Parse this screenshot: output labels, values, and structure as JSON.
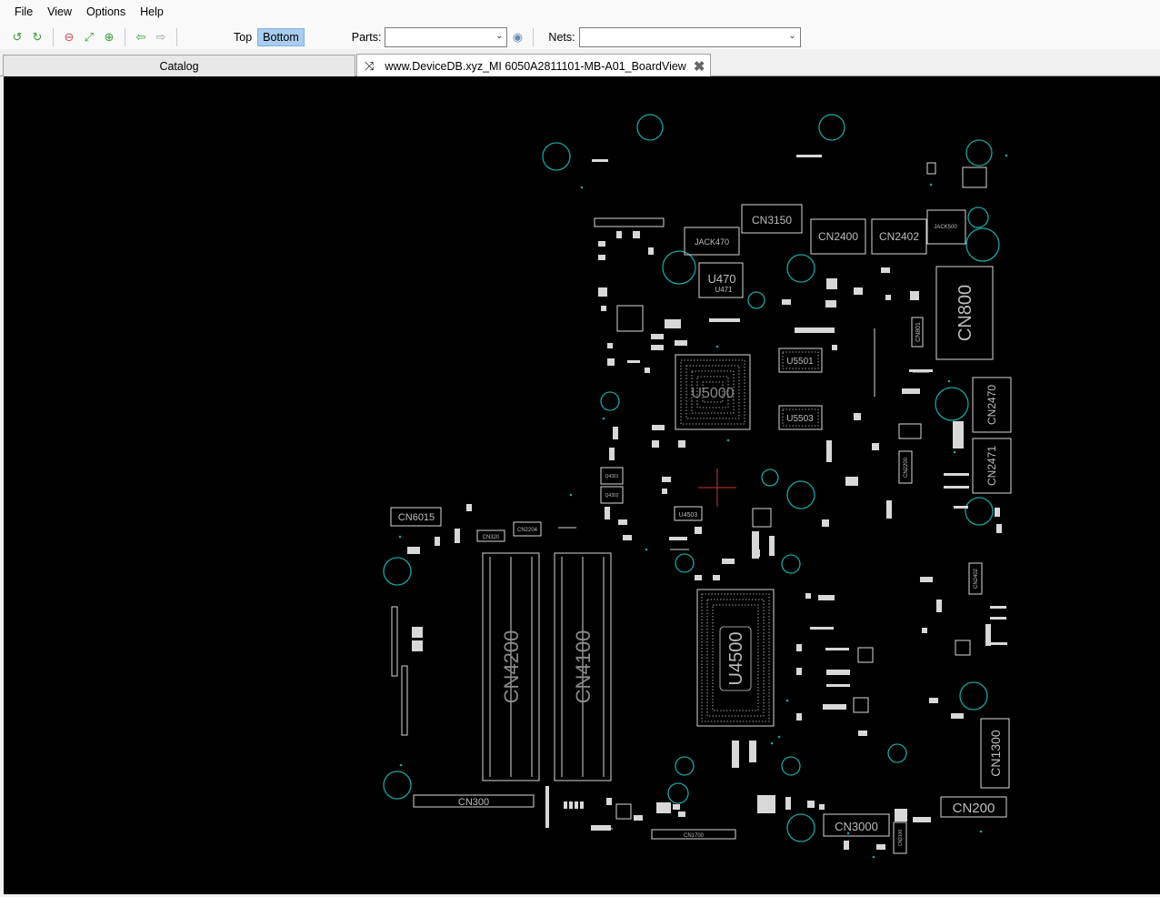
{
  "menu": {
    "file": "File",
    "view": "View",
    "options": "Options",
    "help": "Help"
  },
  "toolbar": {
    "side_top": "Top",
    "side_bottom": "Bottom",
    "parts_label": "Parts:",
    "parts_value": "",
    "nets_label": "Nets:",
    "nets_value": ""
  },
  "tabs": {
    "catalog": "Catalog",
    "board": "www.DeviceDB.xyz_MI 6050A2811101-MB-A01_BoardView"
  },
  "board": {
    "labels": {
      "cn3150": "CN3150",
      "cn2400": "CN2400",
      "cn2402": "CN2402",
      "jack500": "JACK500",
      "jack470": "JACK470",
      "u470": "U470",
      "u471": "U471",
      "cn800": "CN800",
      "cn801": "CN801",
      "u5501": "U5501",
      "u5000": "U5000",
      "u5503": "U5503",
      "cn2470": "CN2470",
      "cn2471": "CN2471",
      "cn2200": "CN2200",
      "cn6015": "CN6015",
      "cn320": "CN320",
      "cn2204": "CN2204",
      "u4503": "U4503",
      "q4301": "Q4301",
      "q4302": "Q4302",
      "cn4200": "CN4200",
      "cn4100": "CN4100",
      "u4500": "U4500",
      "cn2402b": "CN2402",
      "cn1300": "CN1300",
      "cn300": "CN300",
      "cn1700": "CN1700",
      "cn3000": "CN3000",
      "cn3100": "CN3100",
      "cn200": "CN200"
    }
  },
  "colors": {
    "board_bg": "#000000",
    "outline": "#d8d8d8",
    "hole": "#1aa3a3",
    "active_toggle": "#a9cdf0",
    "marker": "#cc3333"
  }
}
